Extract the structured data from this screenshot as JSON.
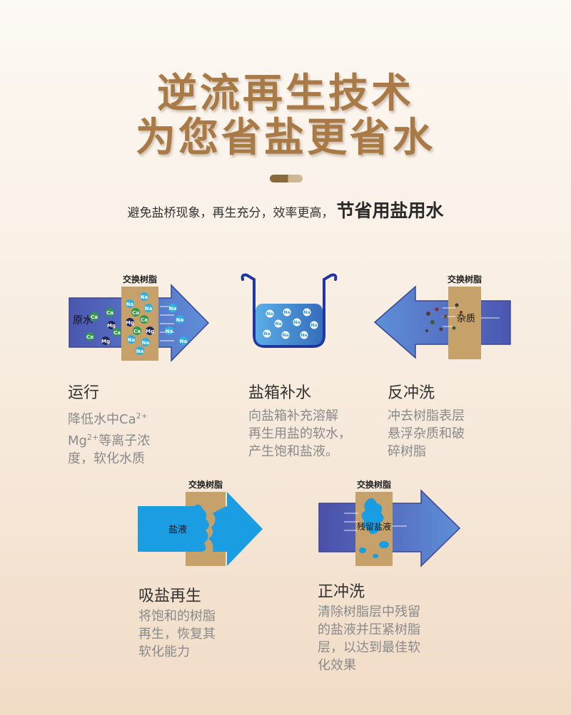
{
  "header": {
    "title_line1": "逆流再生技术",
    "title_line2": "为您省盐更省水",
    "subtitle_normal": "避免盐桥现象，再生充分，效率更高，",
    "subtitle_emphasis": "节省用盐用水"
  },
  "labels": {
    "resin": "交换树脂",
    "raw_water": "原水",
    "impurity": "杂质",
    "brine": "盐液",
    "residual_brine": "残留盐液",
    "ion_ca": "Ca",
    "ion_mg": "Mg",
    "ion_na": "Na"
  },
  "steps": {
    "run": {
      "title": "运行",
      "desc_pre": "降低水中Ca",
      "desc_sup1": "2+",
      "desc_mid": "Mg",
      "desc_sup2": "2+",
      "desc_post": "等离子浓\n度，软化水质"
    },
    "refill": {
      "title": "盐箱补水",
      "desc": "向盐箱补充溶解\n再生用盐的软水，\n产生饱和盐液。"
    },
    "backwash": {
      "title": "反冲洗",
      "desc": "冲去树脂表层\n悬浮杂质和破\n碎树脂"
    },
    "regen": {
      "title": "吸盐再生",
      "desc": "将饱和的树脂\n再生，恢复其\n软化能力"
    },
    "rinse": {
      "title": "正冲洗",
      "desc": "清除树脂层中残留\n的盐液并压紧树脂\n层，以达到最佳软\n化效果"
    }
  },
  "colors": {
    "title": "#a97a45",
    "resin": "#c6a26a",
    "arrow_dark": "#4b57b0",
    "arrow_light": "#5f8fd8",
    "brine": "#1a9de2",
    "ion_green": "#2e9a4a",
    "ion_navy": "#23265e",
    "ion_cyan": "#2bb1e6"
  }
}
